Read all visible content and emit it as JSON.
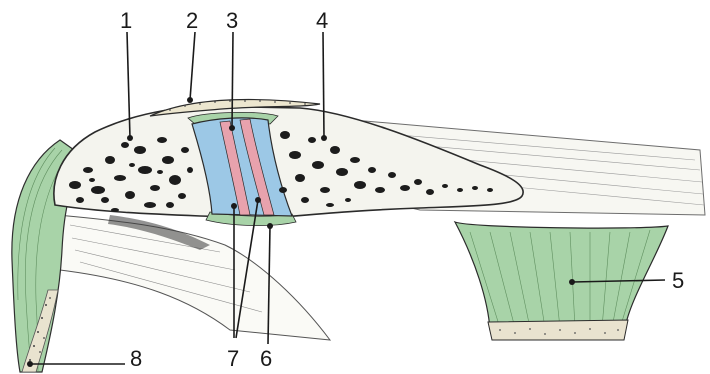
{
  "figure": {
    "labels": [
      {
        "id": "1",
        "text": "1"
      },
      {
        "id": "2",
        "text": "2"
      },
      {
        "id": "3",
        "text": "3"
      },
      {
        "id": "4",
        "text": "4"
      },
      {
        "id": "5",
        "text": "5"
      },
      {
        "id": "6",
        "text": "6"
      },
      {
        "id": "7",
        "text": "7"
      },
      {
        "id": "8",
        "text": "8"
      }
    ]
  },
  "colors": {
    "bone": "#f4f4ee",
    "bone_outline": "#2b2b2b",
    "ligament_green": "#a8d3a8",
    "disc_blue": "#9cc8e6",
    "disc_pink": "#e8a2ad",
    "marrow_black": "#1c1c1c"
  }
}
